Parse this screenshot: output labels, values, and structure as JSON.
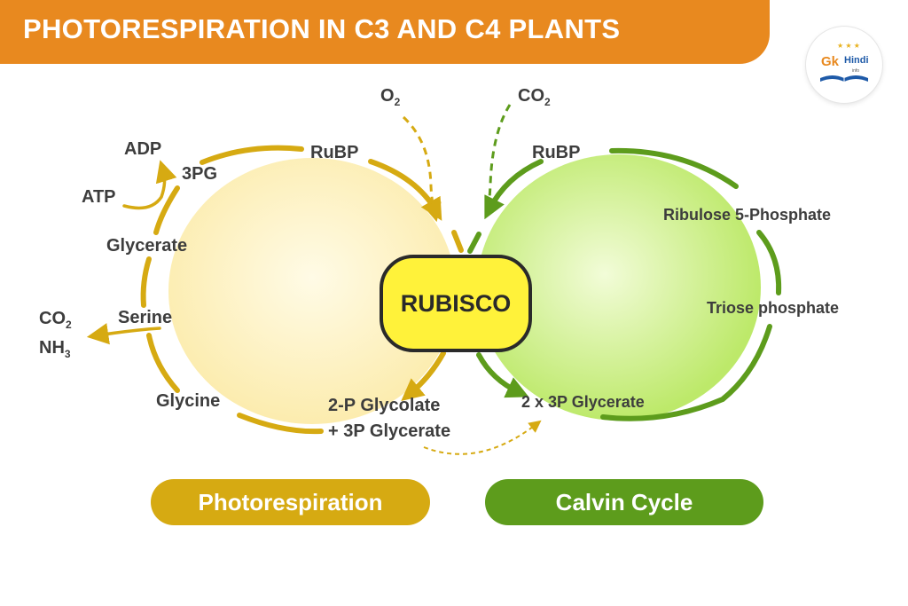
{
  "title": "PHOTORESPIRATION IN C3 AND C4 PLANTS",
  "logo": {
    "gk": "Gk",
    "hindi": "Hindi",
    "info": "info"
  },
  "colors": {
    "banner": "#e8891f",
    "photorespiration": "#d6aa12",
    "calvin": "#5d9c1c",
    "rubisco_fill": "#fff23a"
  },
  "enzyme": "RUBISCO",
  "inputs": {
    "o2": {
      "base": "O",
      "sub": "2"
    },
    "co2": {
      "base": "CO",
      "sub": "2"
    }
  },
  "photorespiration_cycle": {
    "rubp": "RuBP",
    "adp": "ADP",
    "pg": "3PG",
    "atp": "ATP",
    "glycerate": "Glycerate",
    "serine": "Serine",
    "glycine": "Glycine",
    "products_line1": "2-P Glycolate",
    "products_line2": "+ 3P Glycerate",
    "released_co2": {
      "base": "CO",
      "sub": "2"
    },
    "released_nh3": {
      "base": "NH",
      "sub": "3"
    }
  },
  "calvin_cycle": {
    "rubp": "RuBP",
    "ribulose": "Ribulose 5-Phosphate",
    "triose": "Triose phosphate",
    "glycerate": "2 x 3P Glycerate"
  },
  "legend": {
    "photorespiration": "Photorespiration",
    "calvin": "Calvin Cycle"
  }
}
